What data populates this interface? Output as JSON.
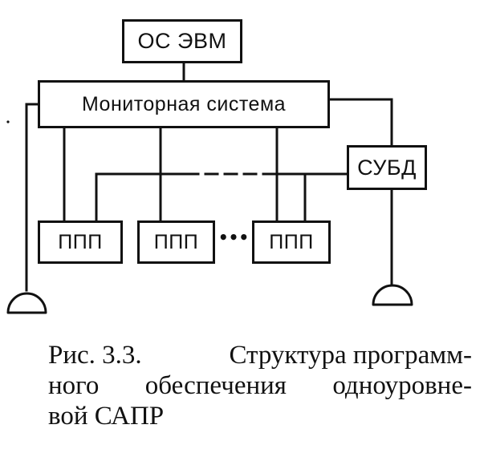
{
  "diagram": {
    "os_box": "ОС ЭВМ",
    "monitor_box": "Мониторная система",
    "dbms_box": "СУБД",
    "app_boxes": [
      "ППП",
      "ППП",
      "ППП"
    ],
    "ellipsis": "•••"
  },
  "caption": {
    "line1_left": "Рис. 3.3.",
    "line1_right": "Структура программ-",
    "line2_a": "ного",
    "line2_b": "обеспечения",
    "line2_c": "одноуровне-",
    "line3": "вой САПР"
  }
}
